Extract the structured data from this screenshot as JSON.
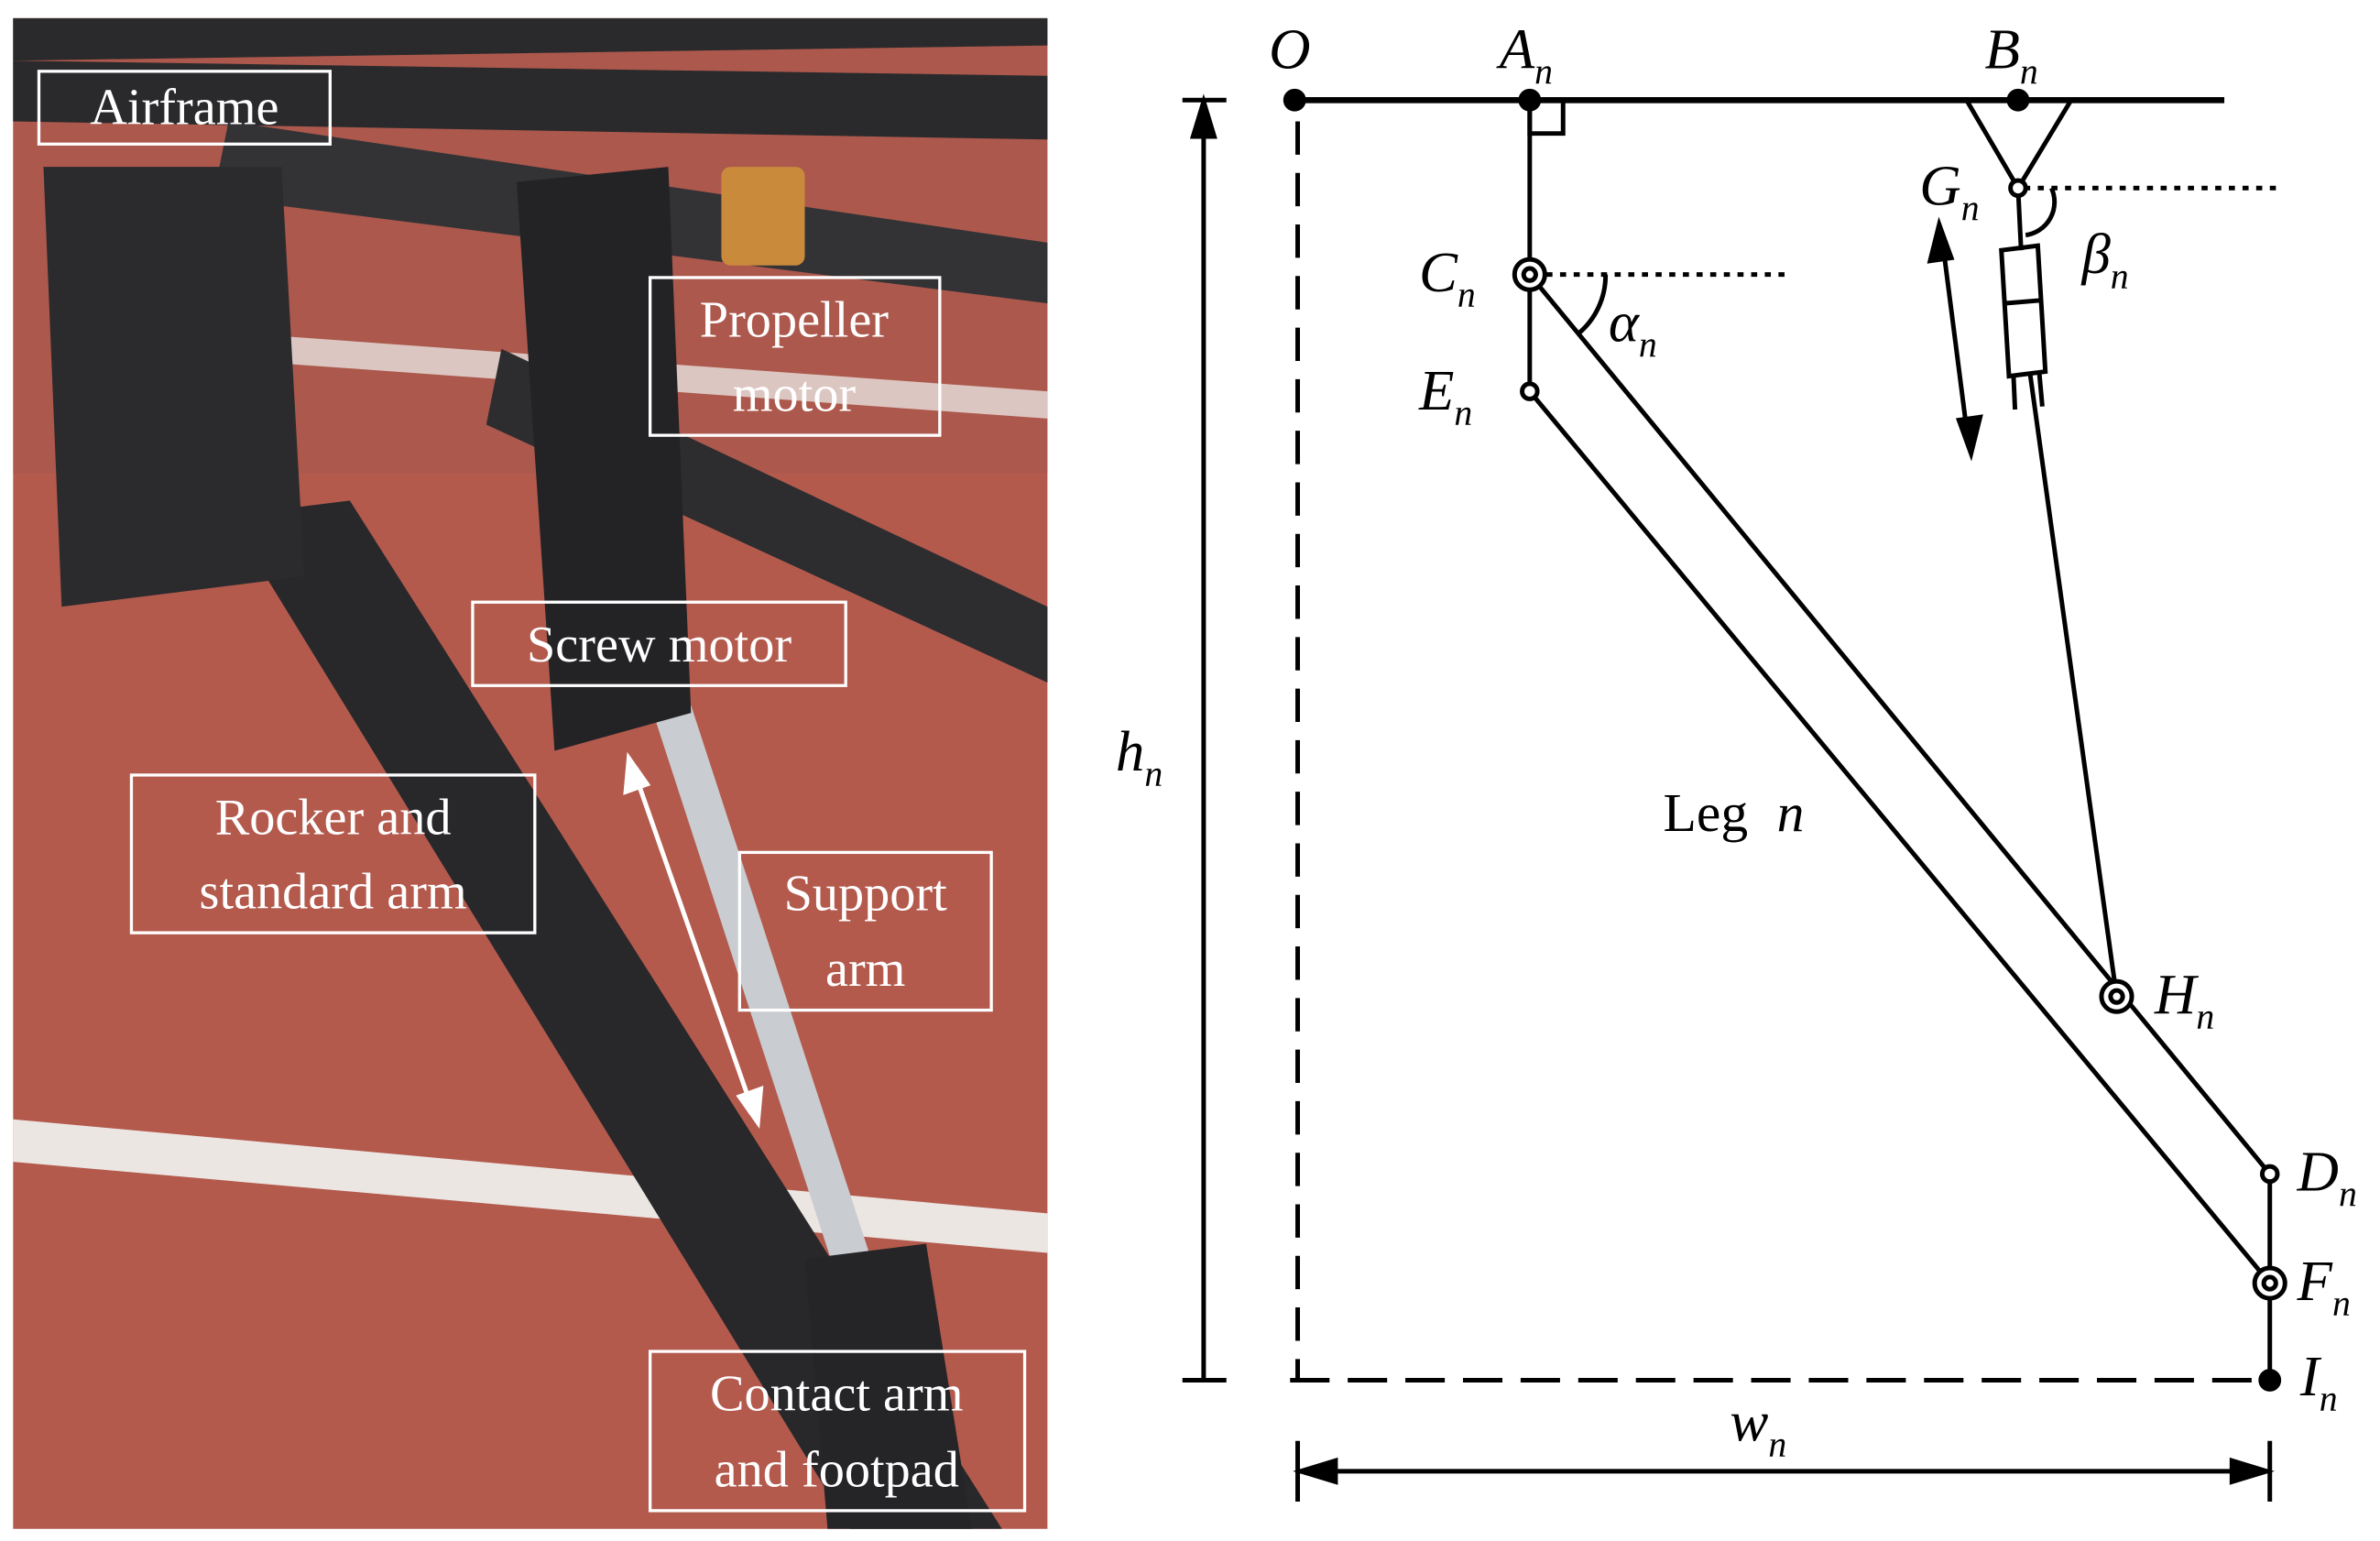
{
  "photo": {
    "labels": [
      "Airframe",
      "Propeller",
      "motor",
      "Screw motor",
      "Rocker and",
      "standard arm",
      "Support",
      "arm",
      "Contact arm",
      "and footpad"
    ],
    "colors": {
      "track": "#b35a4d",
      "tube": "#2a2a2c",
      "line": "#e9e2de"
    }
  },
  "diagram": {
    "points": {
      "O": {
        "main": "O",
        "sub": ""
      },
      "A": {
        "main": "A",
        "sub": "n"
      },
      "B": {
        "main": "B",
        "sub": "n"
      },
      "C": {
        "main": "C",
        "sub": "n"
      },
      "E": {
        "main": "E",
        "sub": "n"
      },
      "G": {
        "main": "G",
        "sub": "n"
      },
      "H": {
        "main": "H",
        "sub": "n"
      },
      "D": {
        "main": "D",
        "sub": "n"
      },
      "F": {
        "main": "F",
        "sub": "n"
      },
      "I": {
        "main": "I",
        "sub": "n"
      }
    },
    "angles": {
      "alpha": {
        "main": "α",
        "sub": "n"
      },
      "beta": {
        "main": "β",
        "sub": "n"
      }
    },
    "dims": {
      "h": {
        "main": "h",
        "sub": "n"
      },
      "w": {
        "main": "w",
        "sub": "n"
      }
    },
    "leg_label": {
      "main": "Leg ",
      "var": "n"
    }
  }
}
